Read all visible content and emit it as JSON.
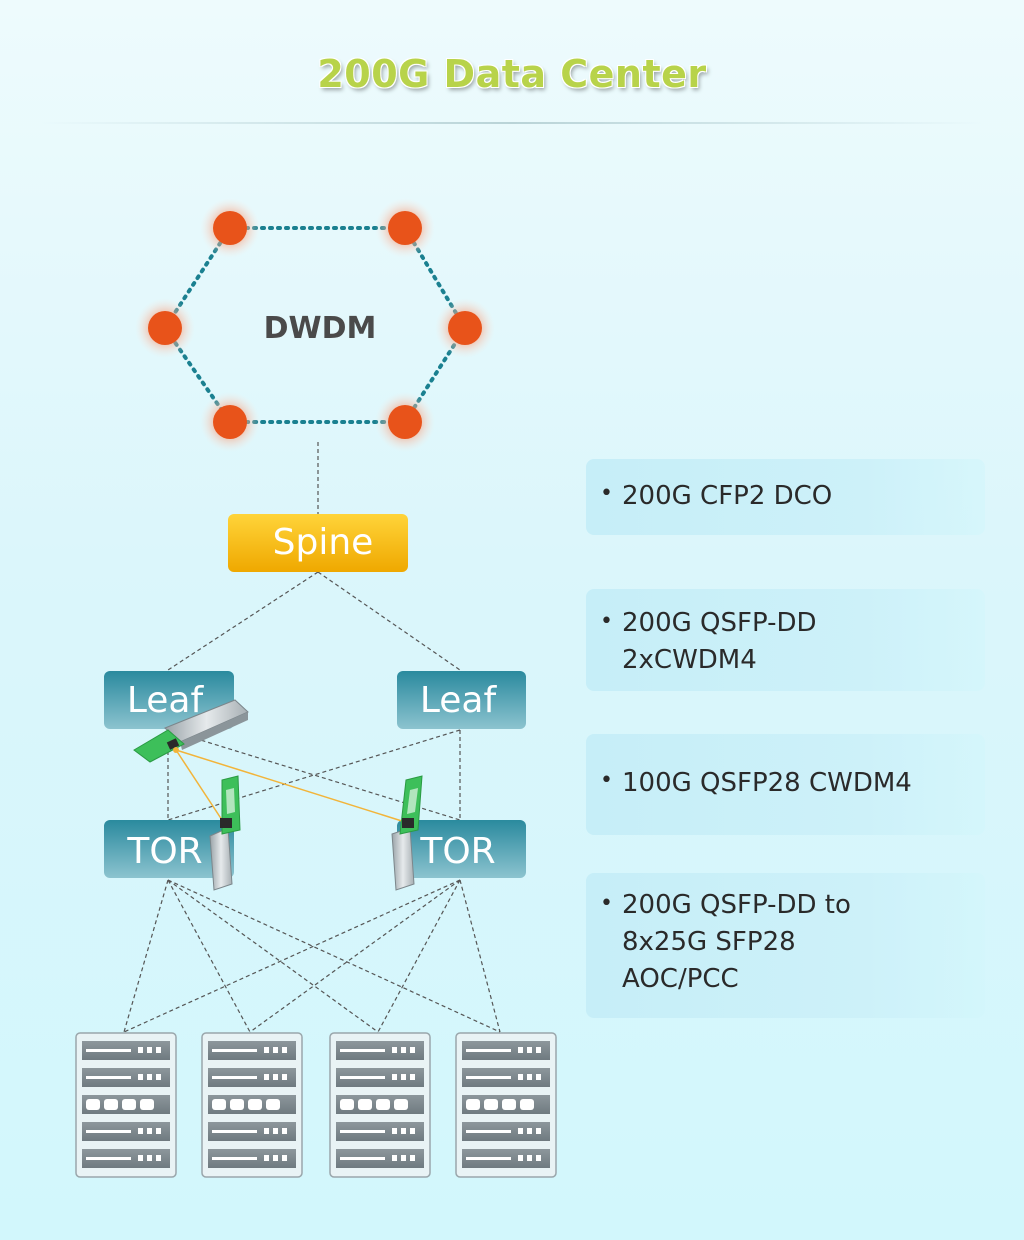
{
  "title": "200G Data Center",
  "diagram": {
    "ring_label": "DWDM",
    "spine_label": "Spine",
    "leaf_label": "Leaf",
    "tor_label": "TOR"
  },
  "info_items": [
    {
      "text": "200G CFP2 DCO"
    },
    {
      "text": "200G QSFP-DD\n2xCWDM4"
    },
    {
      "text": "100G QSFP28 CWDM4"
    },
    {
      "text": "200G QSFP-DD to\n8x25G SFP28\nAOC/PCC"
    }
  ],
  "colors": {
    "title": "#b8d34a",
    "ring_dots": "#1a8a9a",
    "node_orange": "#e8531a",
    "spine_gold": "#f2b200",
    "leaf_teal": "#2a8da0",
    "transceiver_green": "#3dbf5a",
    "fiber_yellow": "#f2b43a"
  }
}
